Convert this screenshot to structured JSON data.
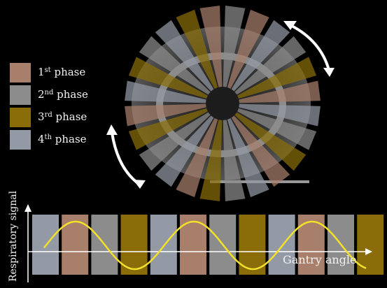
{
  "phases": [
    {
      "ordinal": "1",
      "suffix": "st",
      "label": " phase",
      "color": "#a87f6b"
    },
    {
      "ordinal": "2",
      "suffix": "nd",
      "label": " phase",
      "color": "#8c8c8c"
    },
    {
      "ordinal": "3",
      "suffix": "rd",
      "label": " phase",
      "color": "#8a6d08"
    },
    {
      "ordinal": "4",
      "suffix": "th",
      "label": " phase",
      "color": "#939aa5"
    }
  ],
  "wheel": {
    "sector_phase_sequence": [
      2,
      1,
      4,
      2,
      3,
      1,
      4,
      2,
      3,
      1,
      4,
      2,
      3,
      1,
      4,
      2,
      3,
      1,
      4,
      3,
      2,
      4,
      3,
      1
    ]
  },
  "plot": {
    "ylabel": "Respiratory signal",
    "xlabel": "Gantry angle",
    "signal_color": "#f2e02a",
    "bar_phase_sequence": [
      4,
      1,
      2,
      3,
      4,
      1,
      2,
      3,
      4,
      1,
      2,
      3
    ]
  }
}
